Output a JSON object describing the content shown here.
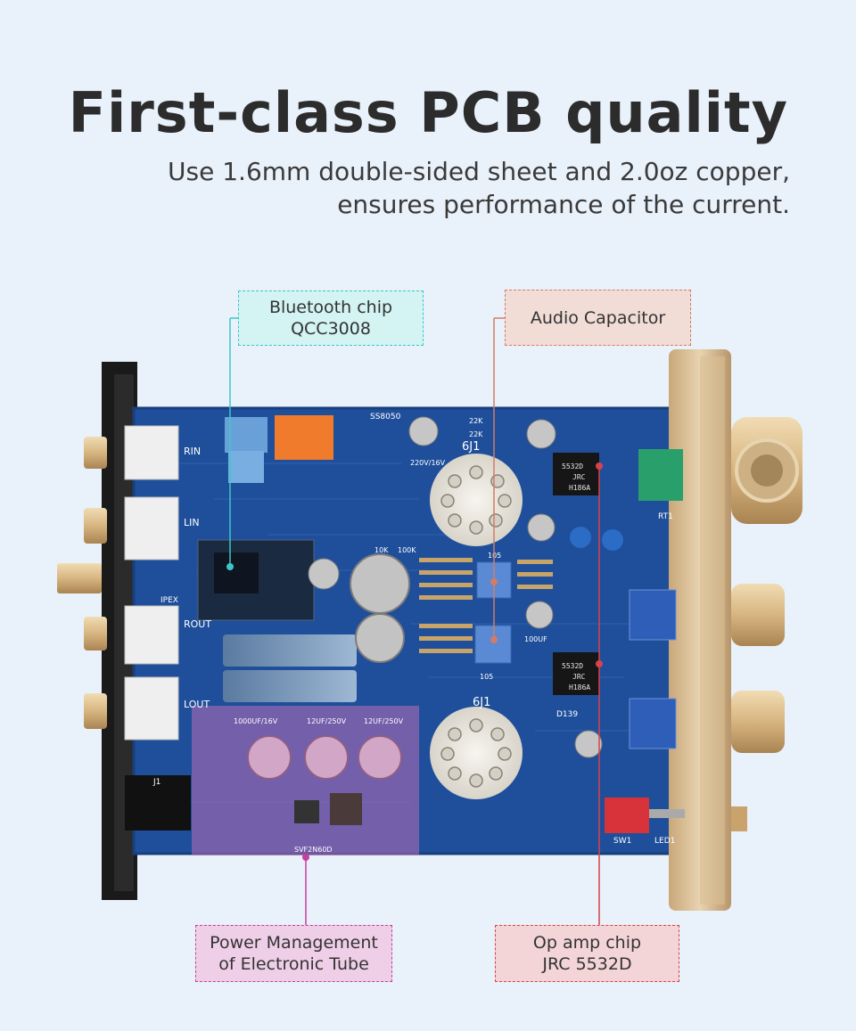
{
  "header": {
    "title": "First-class PCB quality",
    "subtitle_line1": "Use 1.6mm double-sided sheet and 2.0oz copper,",
    "subtitle_line2": "ensures performance of the current."
  },
  "callouts": {
    "bluetooth": {
      "line1": "Bluetooth chip",
      "line2": "QCC3008"
    },
    "audio_capacitor": {
      "line1": "Audio Capacitor"
    },
    "power": {
      "line1": "Power Management",
      "line2": "of Electronic Tube"
    },
    "opamp": {
      "line1": "Op amp chip",
      "line2": "JRC 5532D"
    }
  },
  "board_labels": {
    "tube_top": "6J1",
    "tube_bottom": "6J1",
    "chip_top_line1": "5532D",
    "chip_top_line2": "JRC",
    "chip_top_line3": "H186A",
    "chip_bottom_line1": "5532D",
    "chip_bottom_line2": "JRC",
    "chip_bottom_line3": "H186A",
    "rin": "RIN",
    "lin": "LIN",
    "rout": "ROUT",
    "lout": "LOUT",
    "ipex": "IPEX",
    "j1": "J1",
    "sw1": "SW1",
    "led1": "LED1",
    "rt1": "RT1",
    "d139": "D139",
    "ss8050": "SS8050",
    "volt": "220V/16V",
    "cap_1000": "1000UF/16V",
    "cap_12a": "12UF/250V",
    "cap_12b": "12UF/250V",
    "svf": "SVF2N60D",
    "r22k_a": "22K",
    "r22k_b": "22K",
    "r100k": "100K",
    "r10k": "10K",
    "r105a": "105",
    "r105b": "105",
    "c100uf": "100UF"
  },
  "colors": {
    "background": "#e9f1fa",
    "pcb": "#1f4f9a",
    "bluetooth_accent": "#3cc7c7",
    "audio_accent": "#d27c66",
    "power_accent": "#c6409d",
    "opamp_accent": "#d6434b"
  }
}
